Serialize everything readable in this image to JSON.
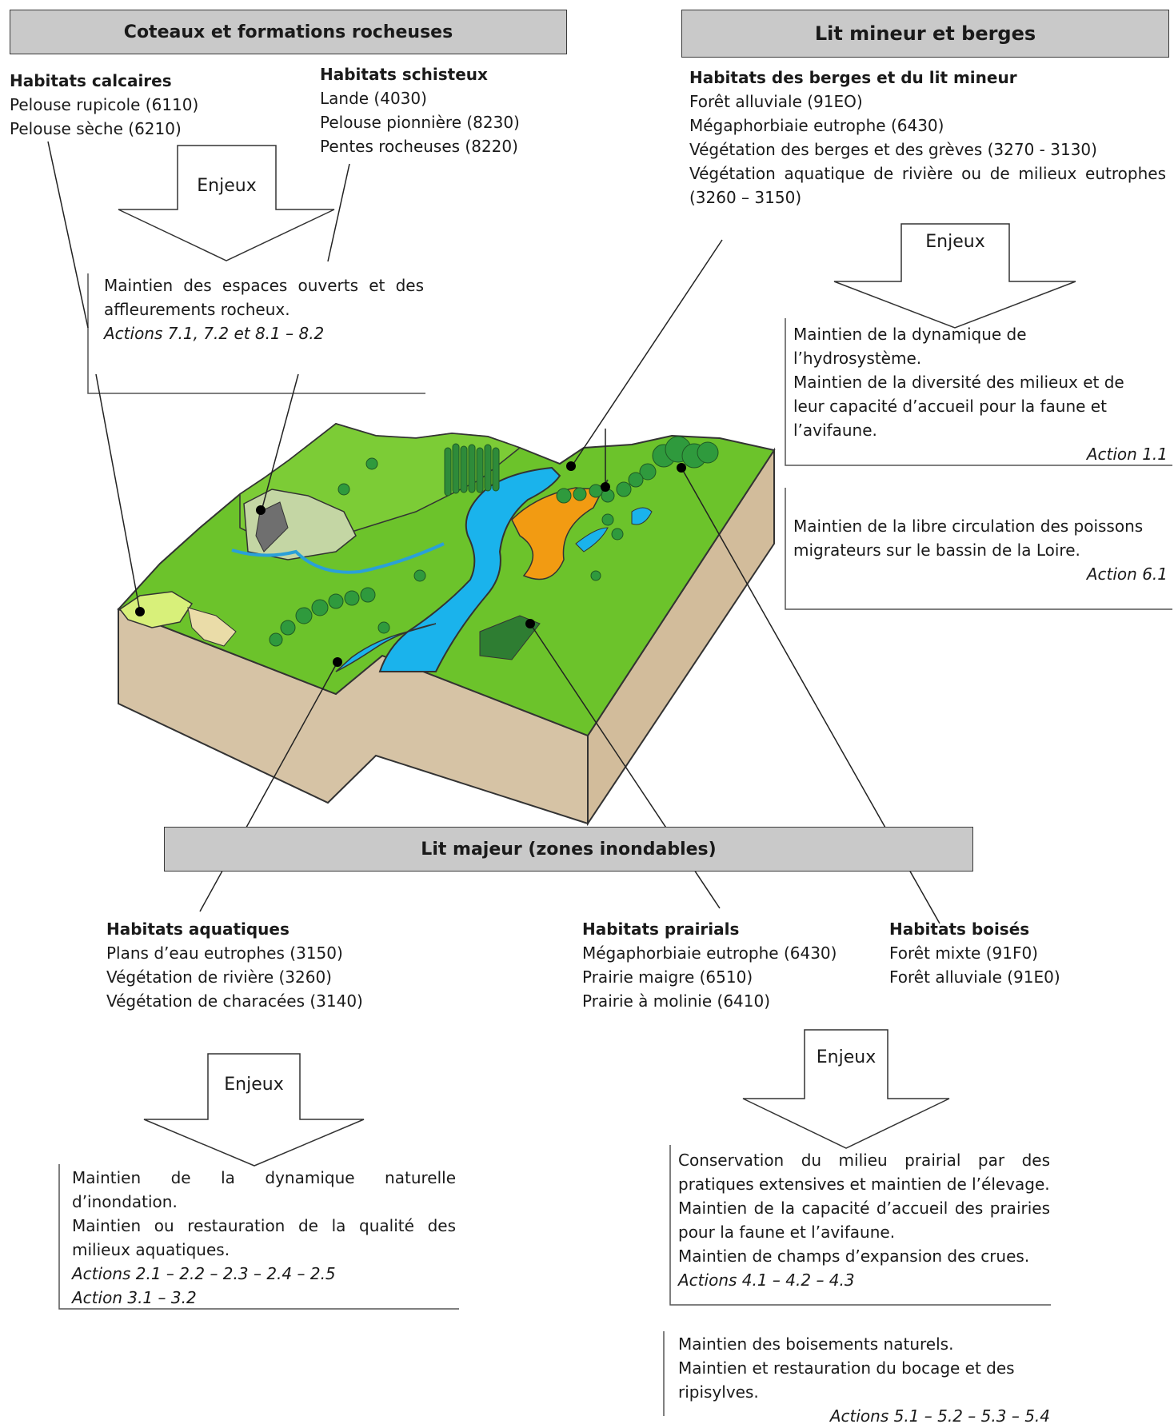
{
  "sections": {
    "coteaux": {
      "title": "Coteaux et formations rocheuses",
      "calcaires": {
        "heading": "Habitats calcaires",
        "items": [
          "Pelouse rupicole (6110)",
          "Pelouse sèche (6210)"
        ]
      },
      "schisteux": {
        "heading": "Habitats schisteux",
        "items": [
          "Lande (4030)",
          "Pelouse pionnière (8230)",
          "Pentes rocheuses (8220)"
        ]
      },
      "enjeux_label": "Enjeux",
      "enjeux_box": {
        "lines": [
          "Maintien des espaces ouverts et des affleurements rocheux."
        ],
        "actions": [
          "Actions 7.1, 7.2 et 8.1 – 8.2"
        ]
      }
    },
    "lit_mineur": {
      "title": "Lit mineur et berges",
      "berges": {
        "heading": "Habitats des berges et du lit mineur",
        "items": [
          "Forêt alluviale (91EO)",
          "Mégaphorbiaie eutrophe (6430)",
          "Végétation des berges et des grèves (3270 - 3130)"
        ],
        "item_long": "Végétation aquatique de rivière ou de milieux eutrophes (3260 – 3150)"
      },
      "enjeux_label": "Enjeux",
      "enjeux_box1": {
        "lines": [
          "Maintien de la dynamique de l’hydrosystème.",
          "Maintien de la diversité des milieux et de leur capacité d’accueil pour la faune et l’avifaune."
        ],
        "actions": [
          "Action 1.1"
        ]
      },
      "enjeux_box2": {
        "lines": [
          "Maintien de la libre circulation des poissons migrateurs sur le bassin de la Loire."
        ],
        "actions": [
          "Action 6.1"
        ]
      }
    },
    "lit_majeur": {
      "title": "Lit majeur (zones inondables)",
      "aquatiques": {
        "heading": "Habitats aquatiques",
        "items": [
          "Plans d’eau eutrophes (3150)",
          "Végétation de rivière (3260)",
          "Végétation de characées (3140)"
        ]
      },
      "prairials": {
        "heading": "Habitats prairials",
        "items": [
          "Mégaphorbiaie eutrophe (6430)",
          "Prairie maigre (6510)",
          "Prairie à molinie (6410)"
        ]
      },
      "boises": {
        "heading": "Habitats boisés",
        "items": [
          "Forêt mixte (91F0)",
          "Forêt alluviale (91E0)"
        ]
      },
      "enjeux_label_left": "Enjeux",
      "enjeux_label_right": "Enjeux",
      "enjeux_box_left": {
        "lines": [
          "Maintien de la dynamique naturelle d’inondation.",
          "Maintien ou restauration de la qualité des milieux aquatiques."
        ],
        "actions": [
          "Actions 2.1 – 2.2 – 2.3 – 2.4 – 2.5",
          "Action 3.1 – 3.2"
        ]
      },
      "enjeux_box_right1": {
        "lines": [
          "Conservation du milieu prairial par des pratiques extensives et maintien de l’élevage.",
          "Maintien de la capacité d’accueil des prairies pour la faune et l’avifaune.",
          "Maintien de champs d’expansion des crues."
        ],
        "actions": [
          "Actions 4.1 – 4.2 – 4.3"
        ]
      },
      "enjeux_box_right2": {
        "lines": [
          "Maintien des boisements naturels.",
          "Maintien et restauration du bocage et des ripisylves."
        ],
        "actions": [
          "Actions 5.1 – 5.2 – 5.3 – 5.4"
        ]
      }
    }
  },
  "colors": {
    "title_bg": "#c9c9c9",
    "grass": "#6cc32b",
    "soil": "#d6c3a5",
    "water": "#1ab3ec",
    "gravel": "#f29b12",
    "dark_meadow": "#2e7d32"
  }
}
